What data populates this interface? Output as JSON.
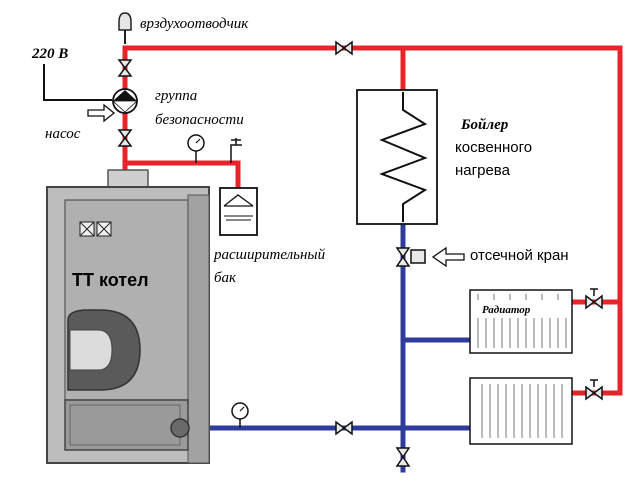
{
  "labels": {
    "air_vent": "врздухоотводчик",
    "voltage": "220 В",
    "safety_group_line1": "группа",
    "safety_group_line2": "безопасности",
    "pump": "насос",
    "boiler_title": "Бойлер",
    "boiler_line2": "косвенного",
    "boiler_line3": "нагрева",
    "expansion_line1": "расширительный",
    "expansion_line2": "бак",
    "shutoff_valve": "отсечной кран",
    "solid_fuel_boiler": "ТТ котел",
    "radiator_1": "Радиатор"
  },
  "colors": {
    "supply_pipe": "#e8232a",
    "return_pipe": "#2f3c9c",
    "boiler_body": "#b9b9b9",
    "boiler_outline": "#444444"
  }
}
